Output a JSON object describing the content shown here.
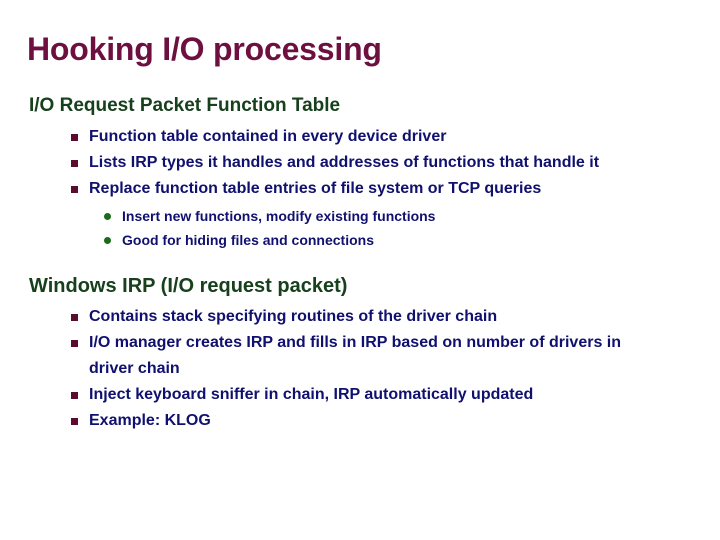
{
  "slide": {
    "title": "Hooking I/O processing",
    "colors": {
      "title": "#6d1040",
      "section_heading": "#17401c",
      "body_text": "#10106e",
      "square_bullet": "#5c0b30",
      "round_bullet": "#1a6b1a",
      "background": "#ffffff"
    },
    "sections": [
      {
        "heading": "I/O Request Packet Function Table",
        "bullets": [
          {
            "text": "Function table contained in every device driver",
            "subbullets": []
          },
          {
            "text": "Lists IRP types it handles and addresses of functions that handle it",
            "subbullets": []
          },
          {
            "text": "Replace function table entries of file system or TCP queries",
            "subbullets": [
              "Insert new functions, modify existing functions",
              "Good for hiding files and connections"
            ]
          }
        ]
      },
      {
        "heading": "Windows IRP (I/O request packet)",
        "bullets": [
          {
            "text": "Contains stack specifying routines of the driver chain",
            "subbullets": []
          },
          {
            "text": "I/O manager creates IRP and fills in IRP based on number of drivers in driver chain",
            "subbullets": []
          },
          {
            "text": "Inject keyboard sniffer in chain, IRP automatically updated",
            "subbullets": []
          },
          {
            "text": "Example: KLOG",
            "subbullets": []
          }
        ]
      }
    ]
  }
}
